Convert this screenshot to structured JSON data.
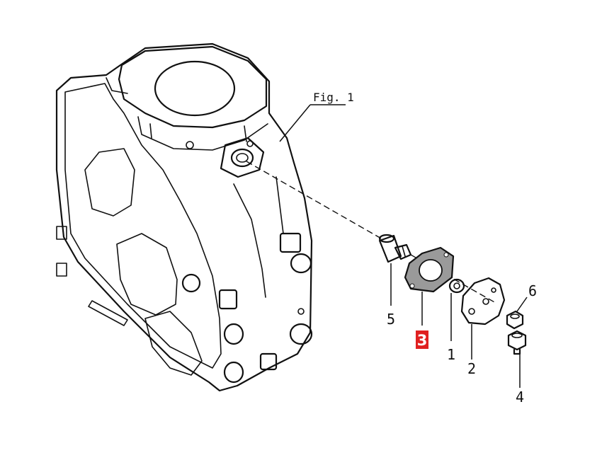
{
  "figure_label": "Fig. 1",
  "colors": {
    "ink": "#111111",
    "highlight": "#e02020",
    "background": "#ffffff"
  },
  "parts": [
    {
      "id": "1",
      "label": "1",
      "highlighted": false
    },
    {
      "id": "2",
      "label": "2",
      "highlighted": false
    },
    {
      "id": "3",
      "label": "3",
      "highlighted": true
    },
    {
      "id": "4",
      "label": "4",
      "highlighted": false
    },
    {
      "id": "5",
      "label": "5",
      "highlighted": false
    },
    {
      "id": "6",
      "label": "6",
      "highlighted": false
    }
  ]
}
